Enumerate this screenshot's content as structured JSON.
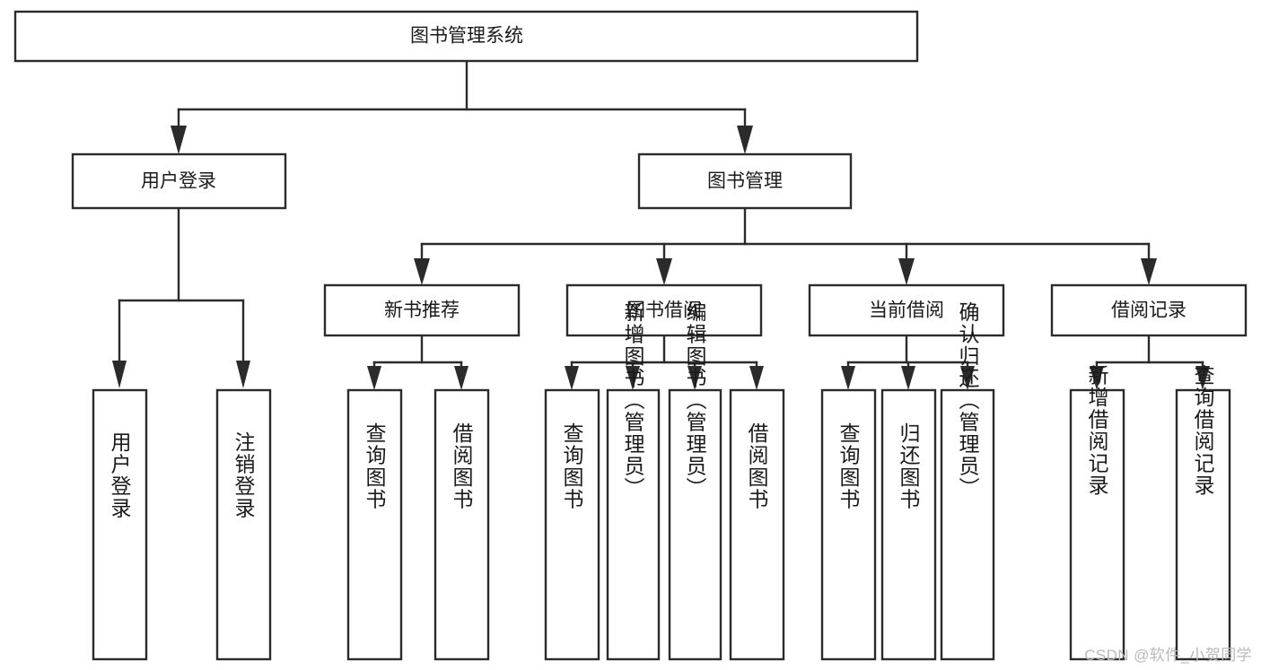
{
  "diagram": {
    "title": "图书管理系统",
    "type": "hierarchy-tree",
    "orientation": "top-down",
    "colors": {
      "box_stroke": "#2b2b2b",
      "box_fill": "#ffffff",
      "text": "#1a1a1a",
      "connector": "#2b2b2b",
      "watermark": "#b9b9b9"
    },
    "levels": {
      "root": {
        "label": "图书管理系统"
      },
      "level2": [
        {
          "id": "user-login",
          "label": "用户登录"
        },
        {
          "id": "book-management",
          "label": "图书管理"
        }
      ],
      "level3": [
        {
          "id": "new-book-recommend",
          "label": "新书推荐",
          "parent": "book-management"
        },
        {
          "id": "book-borrow",
          "label": "图书借阅",
          "parent": "book-management"
        },
        {
          "id": "current-borrow",
          "label": "当前借阅",
          "parent": "book-management"
        },
        {
          "id": "borrow-record",
          "label": "借阅记录",
          "parent": "book-management"
        }
      ],
      "leaves": [
        {
          "id": "leaf-user-login",
          "label": "用户登录",
          "parent": "user-login"
        },
        {
          "id": "leaf-logout-login",
          "label": "注销登录",
          "parent": "user-login"
        },
        {
          "id": "leaf-query-book-1",
          "label": "查询图书",
          "parent": "new-book-recommend"
        },
        {
          "id": "leaf-borrow-book-1",
          "label": "借阅图书",
          "parent": "new-book-recommend"
        },
        {
          "id": "leaf-query-book-2",
          "label": "查询图书",
          "parent": "book-borrow"
        },
        {
          "id": "leaf-add-book",
          "label": "新增图书（管理员）",
          "parent": "book-borrow"
        },
        {
          "id": "leaf-edit-book",
          "label": "编辑图书（管理员）",
          "parent": "book-borrow"
        },
        {
          "id": "leaf-borrow-book-2",
          "label": "借阅图书",
          "parent": "book-borrow"
        },
        {
          "id": "leaf-query-book-3",
          "label": "查询图书",
          "parent": "current-borrow"
        },
        {
          "id": "leaf-return-book",
          "label": "归还图书",
          "parent": "current-borrow"
        },
        {
          "id": "leaf-confirm-return",
          "label": "确认归还（管理员）",
          "parent": "current-borrow"
        },
        {
          "id": "leaf-add-record",
          "label": "新增借阅记录",
          "parent": "borrow-record"
        },
        {
          "id": "leaf-query-record",
          "label": "查询借阅记录",
          "parent": "borrow-record"
        }
      ]
    }
  },
  "watermark": {
    "text": "CSDN @软件_小贺同学"
  }
}
